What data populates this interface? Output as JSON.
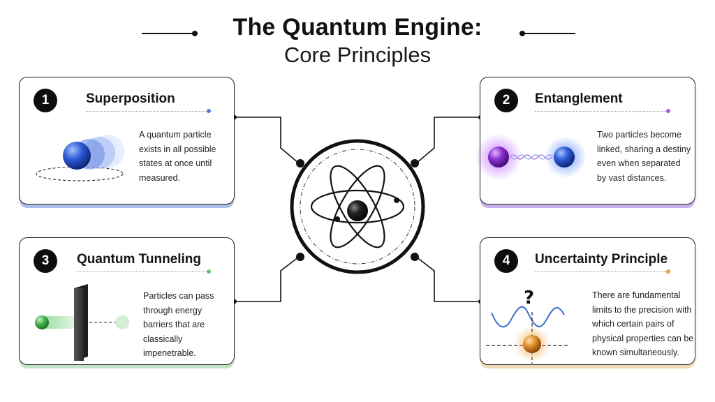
{
  "header": {
    "title": "The Quantum Engine:",
    "subtitle": "Core Principles"
  },
  "cards": [
    {
      "number": "1",
      "title": "Superposition",
      "description": "A quantum particle exists in all possible states at once until measured.",
      "accent": "#5b78d4",
      "icon": "superposition-sphere-icon"
    },
    {
      "number": "2",
      "title": "Entanglement",
      "description": "Two particles become linked, sharing a destiny even when separated by vast distances.",
      "accent": "#a35bd8",
      "icon": "entangled-pair-icon"
    },
    {
      "number": "3",
      "title": "Quantum Tunneling",
      "description": "Particles can pass through energy barriers that are classically impenetrable.",
      "accent": "#6bbf72",
      "icon": "tunneling-barrier-icon"
    },
    {
      "number": "4",
      "title": "Uncertainty Principle",
      "description": "There are fundamental limits to the precision with which certain pairs of physical properties can be known simultaneously.",
      "accent": "#e3a24a",
      "icon": "uncertainty-wave-icon"
    }
  ],
  "center": {
    "icon": "atom-icon"
  }
}
